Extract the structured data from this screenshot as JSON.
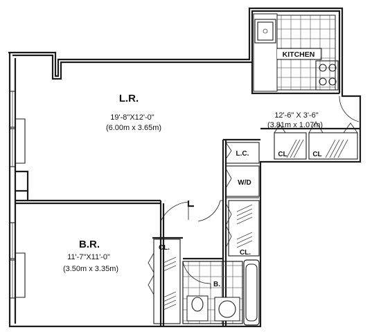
{
  "rooms": {
    "living_room": {
      "label": "L.R.",
      "dim_imperial": "19'-8\"X12'-0\"",
      "dim_metric": "(6.00m x 3.65m)"
    },
    "bedroom": {
      "label": "B.R.",
      "dim_imperial": "11'-7\"X11'-0\"",
      "dim_metric": "(3.50m x 3.35m)"
    },
    "kitchen": {
      "label": "KITCHEN"
    },
    "foyer": {
      "dim_imperial": "12'-6\" X 3'-6\"",
      "dim_metric": "(3.81m x 1.07m)"
    },
    "bath": {
      "label": "B."
    }
  },
  "closets": {
    "linen": "L.C.",
    "washer_dryer": "W/D",
    "hall_cl_1": "CL",
    "hall_cl_2": "CL",
    "bath_cl": "CL.",
    "bedroom_cl": "CL."
  }
}
